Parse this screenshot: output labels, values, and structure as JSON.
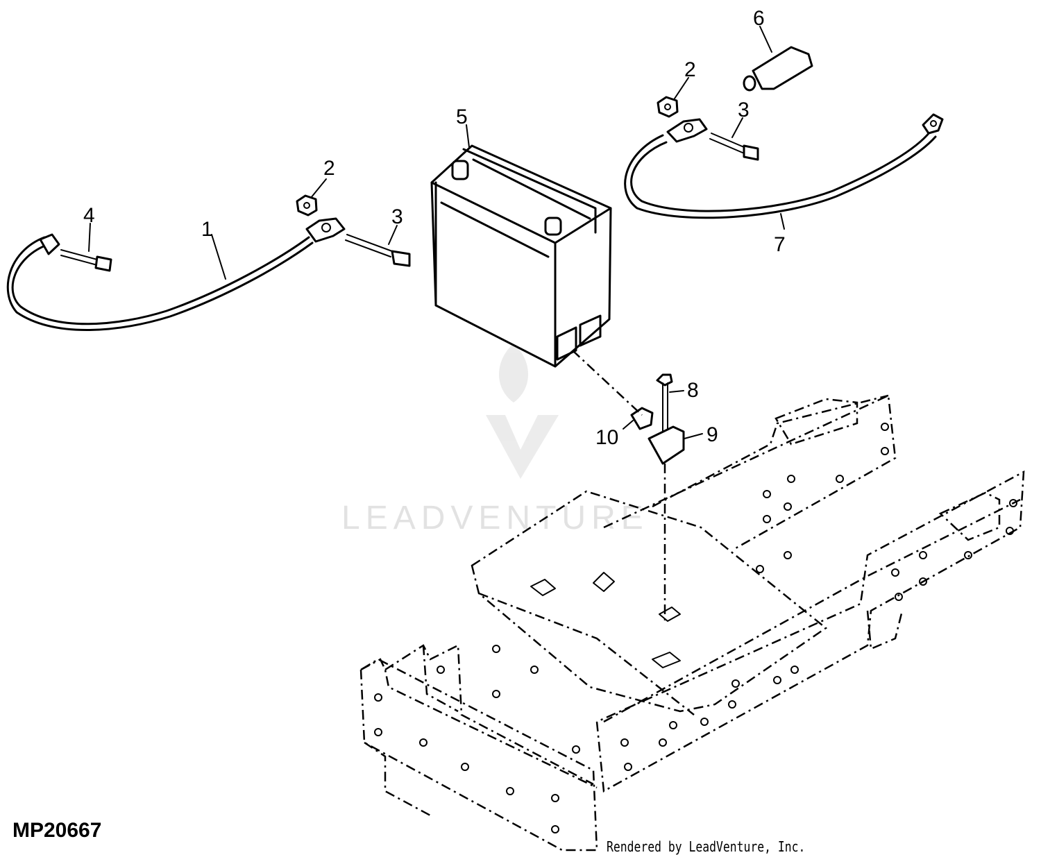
{
  "diagram": {
    "code": "MP20667",
    "credit": "Rendered by LeadVenture, Inc.",
    "watermark": "LEADVENTURE",
    "callouts": [
      "1",
      "2",
      "3",
      "4",
      "5",
      "6",
      "2",
      "3",
      "7",
      "8",
      "9",
      "10"
    ]
  },
  "colors": {
    "line": "#000000",
    "background": "#ffffff",
    "watermark": "#e2e2e2"
  }
}
